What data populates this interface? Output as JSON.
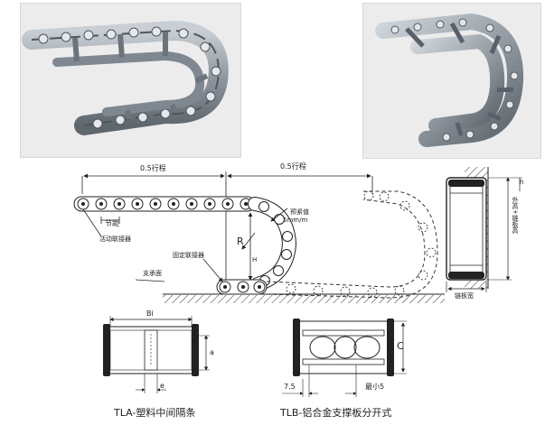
{
  "photos": {
    "left": {
      "icon": "steel-cable-carrier-chain-photo"
    },
    "right": {
      "icon": "steel-cable-carrier-chain-photo-angled"
    }
  },
  "diagram": {
    "half_travel_left": "0.5行程",
    "half_travel_right": "0.5行程",
    "pitch": "节距",
    "moving_connector": "活动联接器",
    "preload_line1": "预紧值",
    "preload_line2": "5mm/m",
    "fixed_connector": "固定联接器",
    "support_surface": "支承面",
    "radius": "R",
    "height": "H",
    "height_alt": "h",
    "side_outer_width": "外高+链板高",
    "side_h": "h",
    "chain_width": "链板宽"
  },
  "sections": {
    "tla_title": "TLA-塑料中间隔条",
    "tla_bi": "Bi",
    "tla_a": "a",
    "tla_e": "e",
    "tlb_title": "TLB-铝合金支撑板分开式",
    "tlb_c": "C",
    "tlb_75": "7.5",
    "tlb_min5": "最小5"
  },
  "colors": {
    "steel": "#9aa3ab",
    "line": "#222222",
    "photo_bg": "#ececec"
  }
}
